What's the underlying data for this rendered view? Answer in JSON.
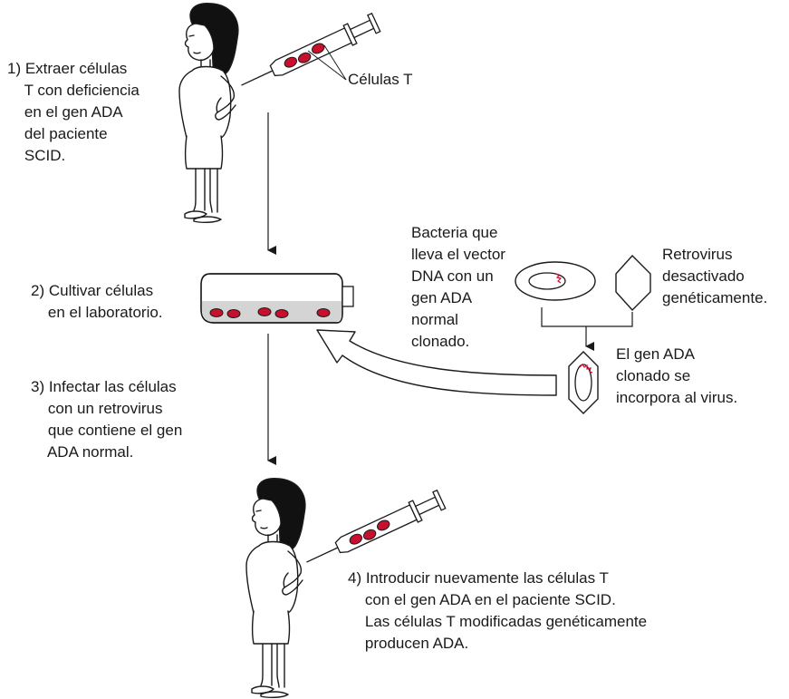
{
  "steps": {
    "step1": "1) Extraer células\n    T con deficiencia\n    en el gen ADA\n    del paciente\n    SCID.",
    "step2": "2) Cultivar células\n    en el laboratorio.",
    "step3": "3) Infectar las células\n    con un retrovirus\n    que contiene el gen\n    ADA normal.",
    "step4": "4) Introducir nuevamente las células T\n    con el gen ADA en el paciente SCID.\n    Las células T modificadas genéticamente\n    producen ADA."
  },
  "labels": {
    "t_cells": "Células T",
    "bacteria": "Bacteria que\nlleva el vector\nDNA con un\ngen ADA\nnormal\nclonado.",
    "retrovirus": "Retrovirus\ndesactivado\ngenéticamente.",
    "cloned_gene": "El gen ADA\nclonado se\nincorpora al virus."
  },
  "colors": {
    "cell_red": "#c8102e",
    "line": "#1a1a1a",
    "dish_shade": "#d4d4d4"
  }
}
